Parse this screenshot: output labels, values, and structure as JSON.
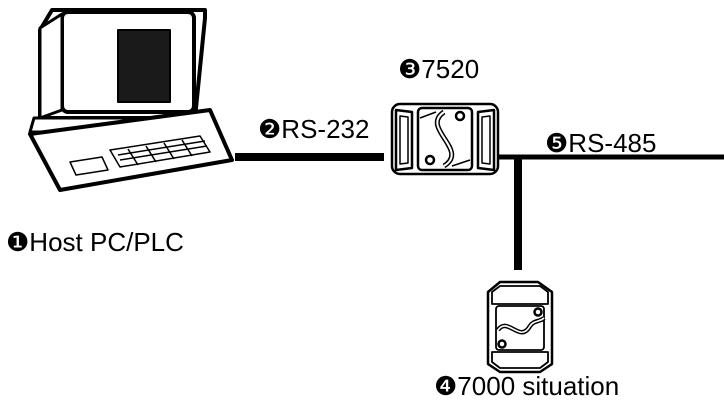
{
  "labels": {
    "host": "❶Host PC/PLC",
    "rs232": "❷RS-232",
    "converter": "❸7520",
    "module": "❹7000 situation",
    "rs485": "❺RS-485"
  },
  "icons": {
    "host": "desktop-computer-icon",
    "converter": "7520-converter-module-icon",
    "module": "7000-io-module-icon"
  },
  "colors": {
    "line": "#000000",
    "screen": "#1a1a1a",
    "background": "#ffffff"
  }
}
